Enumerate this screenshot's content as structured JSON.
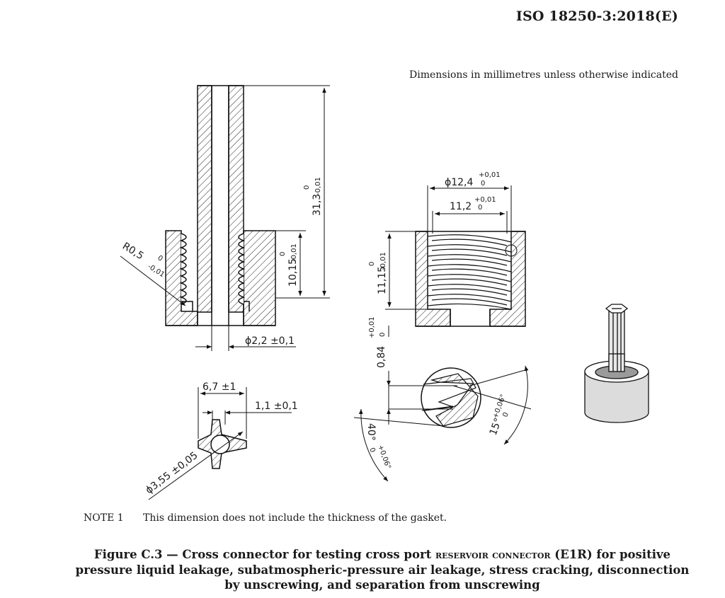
{
  "header": {
    "doc_id": "ISO 18250-3:2018(E)",
    "dims_note": "Dimensions in millimetres unless otherwise indicated"
  },
  "drawing": {
    "dim_31_3": "31,3",
    "dim_31_3_tol_upper": "0",
    "dim_31_3_tol_lower": "-0,01",
    "dim_10_15": "10,15",
    "dim_10_15_tol_upper": "0",
    "dim_10_15_tol_lower": "-0,01",
    "radius": "R0,5",
    "radius_tol_upper": "0",
    "radius_tol_lower": "-0,01",
    "dia_2_2": "ϕ2,2  ±0,1",
    "dim_6_7": "6,7  ±1",
    "dim_1_1": "1,1  ±0,1",
    "dia_3_55": "ϕ3,55  ±0,05",
    "dia_12_4": "ϕ12,4",
    "dia_12_4_tol_upper": "+0,01",
    "dia_12_4_tol_lower": "0",
    "dim_11_2": "11,2",
    "dim_11_2_tol_upper": "+0,01",
    "dim_11_2_tol_lower": "0",
    "dim_11_15": "11,15",
    "dim_11_15_tol_upper": "0",
    "dim_11_15_tol_lower": "-0,01",
    "dim_0_84": "0,84",
    "dim_0_84_tol_upper": "+0,01",
    "dim_0_84_tol_lower": "0",
    "angle_15": "15°",
    "angle_15_tol_upper": "+0,06°",
    "angle_15_tol_lower": "0",
    "angle_40": "40°",
    "angle_40_tol_upper": "+0,06°",
    "angle_40_tol_lower": "0"
  },
  "note": {
    "label": "NOTE 1",
    "text": "This dimension does not include the thickness of the gasket."
  },
  "caption": {
    "line1_pre": "Figure C.3 — Cross connector for testing cross port ",
    "line1_sc": "reservoir connector",
    "line1_post": " (E1R) for positive",
    "line2": "pressure liquid leakage, subatmospheric-pressure air leakage, stress cracking, disconnection",
    "line3": "by unscrewing, and separation from unscrewing"
  }
}
